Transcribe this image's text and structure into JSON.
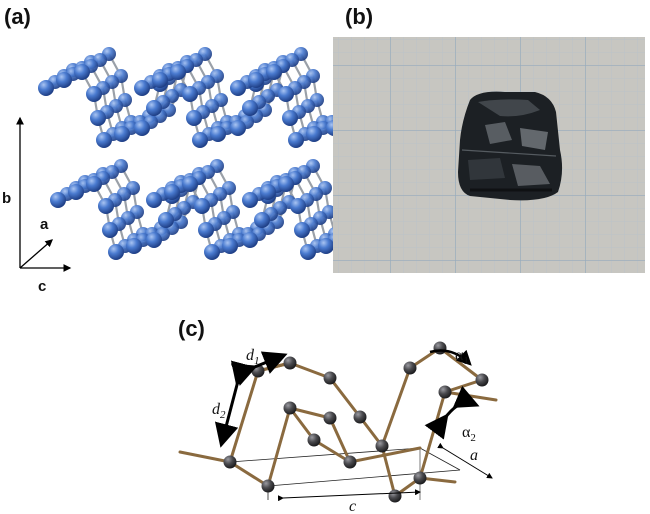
{
  "panels": {
    "a": "(a)",
    "b": "(b)",
    "c": "(c)"
  },
  "axes_a": {
    "b": "b",
    "a": "a",
    "c": "c"
  },
  "dims_c": {
    "d1": "d",
    "d1_sub": "1",
    "d2": "d",
    "d2_sub": "2",
    "alpha1": "α",
    "alpha1_sub": "1",
    "alpha2": "α",
    "alpha2_sub": "2",
    "a": "a",
    "c": "c"
  },
  "colors": {
    "atom_blue": "#3f6fc3",
    "atom_blue_light": "#6f97e0",
    "bond_gray": "#9aa0a8",
    "grid_bg": "#c9c8c3",
    "grid_line": "#9fb3c4",
    "crystal": "#1e2226",
    "bond_brown": "#8a6a3f",
    "atom_gray": "#3a3a3c"
  }
}
